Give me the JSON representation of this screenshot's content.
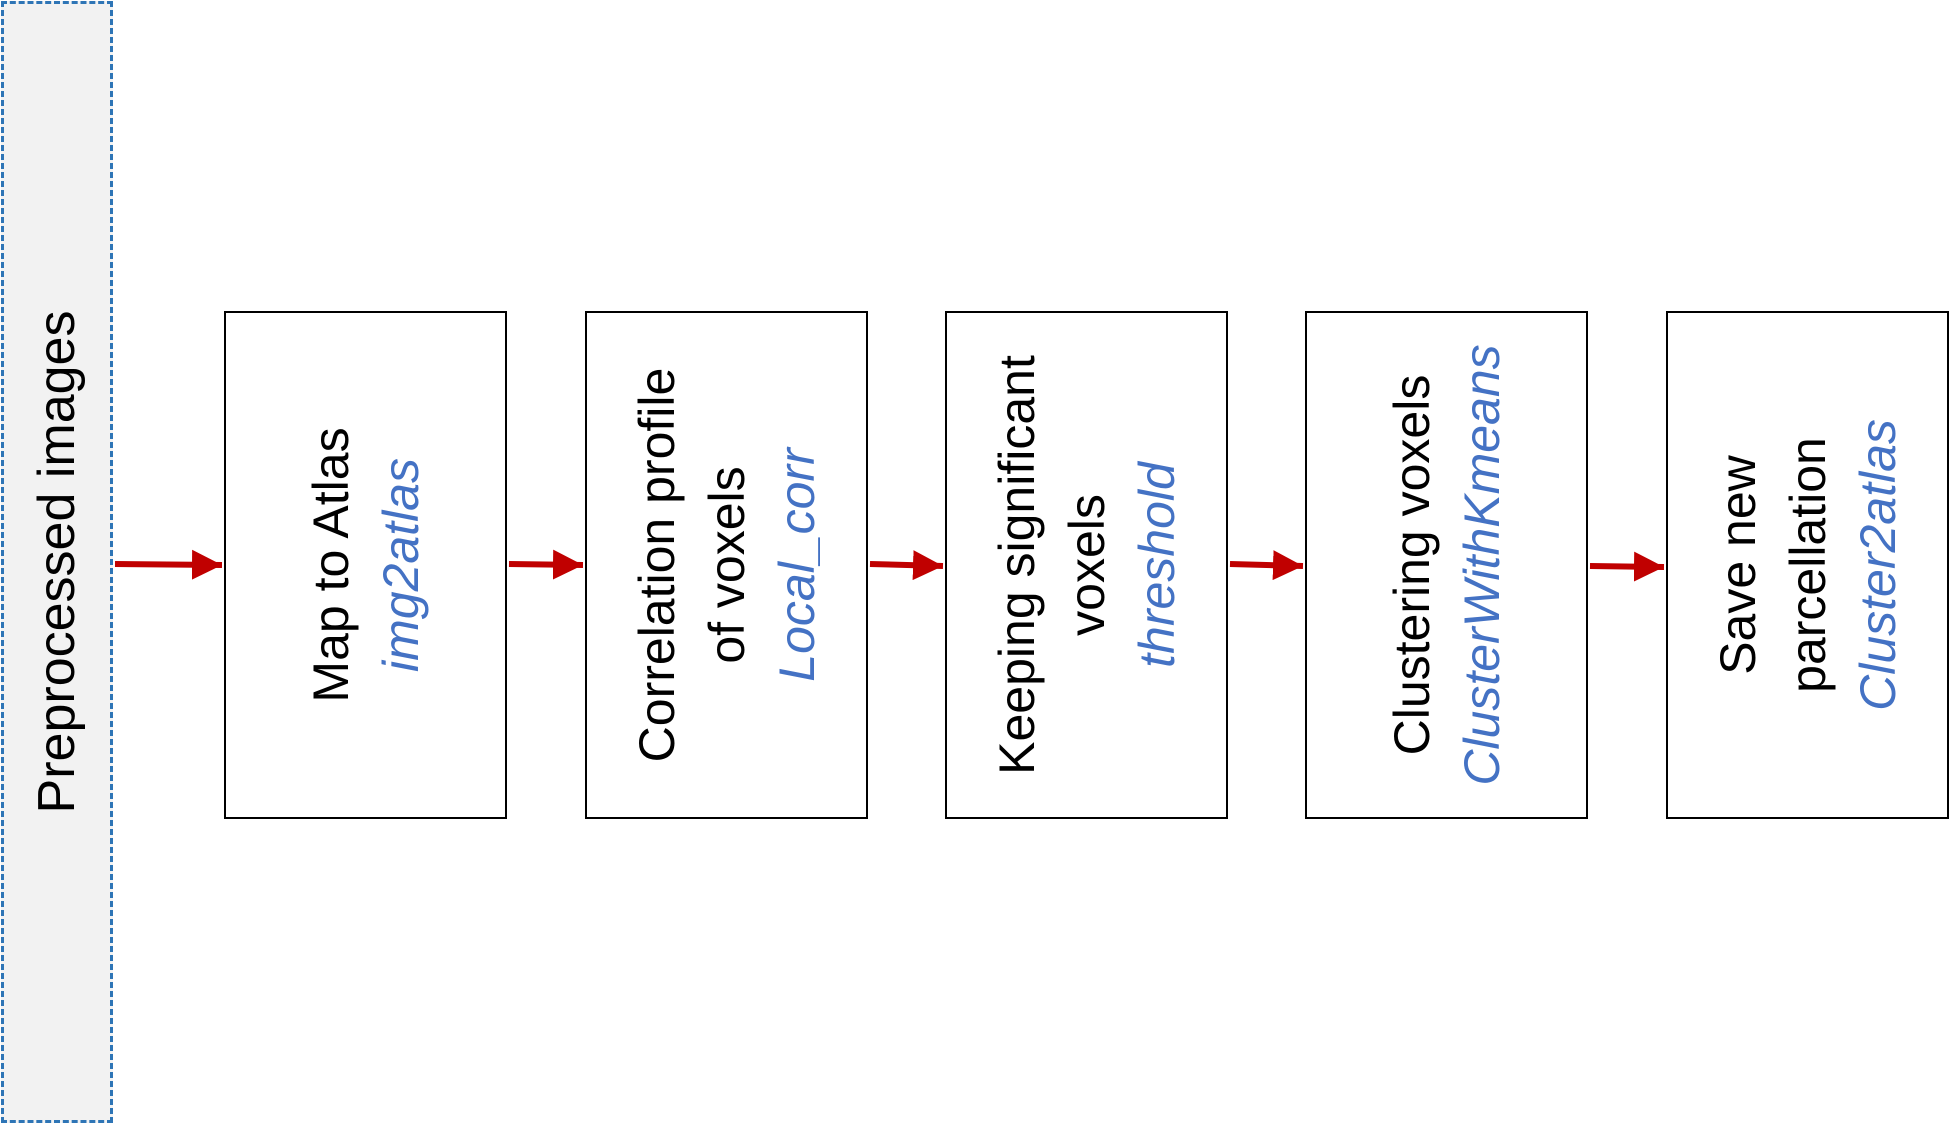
{
  "input": {
    "label": "Preprocessed images"
  },
  "steps": [
    {
      "lines": [
        "Map to Atlas"
      ],
      "function": "img2atlas"
    },
    {
      "lines": [
        "Correlation profile",
        "of voxels"
      ],
      "function": "Local_corr"
    },
    {
      "lines": [
        "Keeping significant",
        "voxels"
      ],
      "function": "threshold"
    },
    {
      "lines": [
        "Clustering voxels"
      ],
      "function": "ClusterWithKmeans"
    },
    {
      "lines": [
        "Save new",
        "parcellation"
      ],
      "function": "Cluster2atlas"
    }
  ],
  "colors": {
    "arrow": "#c00000",
    "function_text": "#4472c4",
    "panel_border": "#2e75b6",
    "panel_fill": "#f2f2f2"
  }
}
